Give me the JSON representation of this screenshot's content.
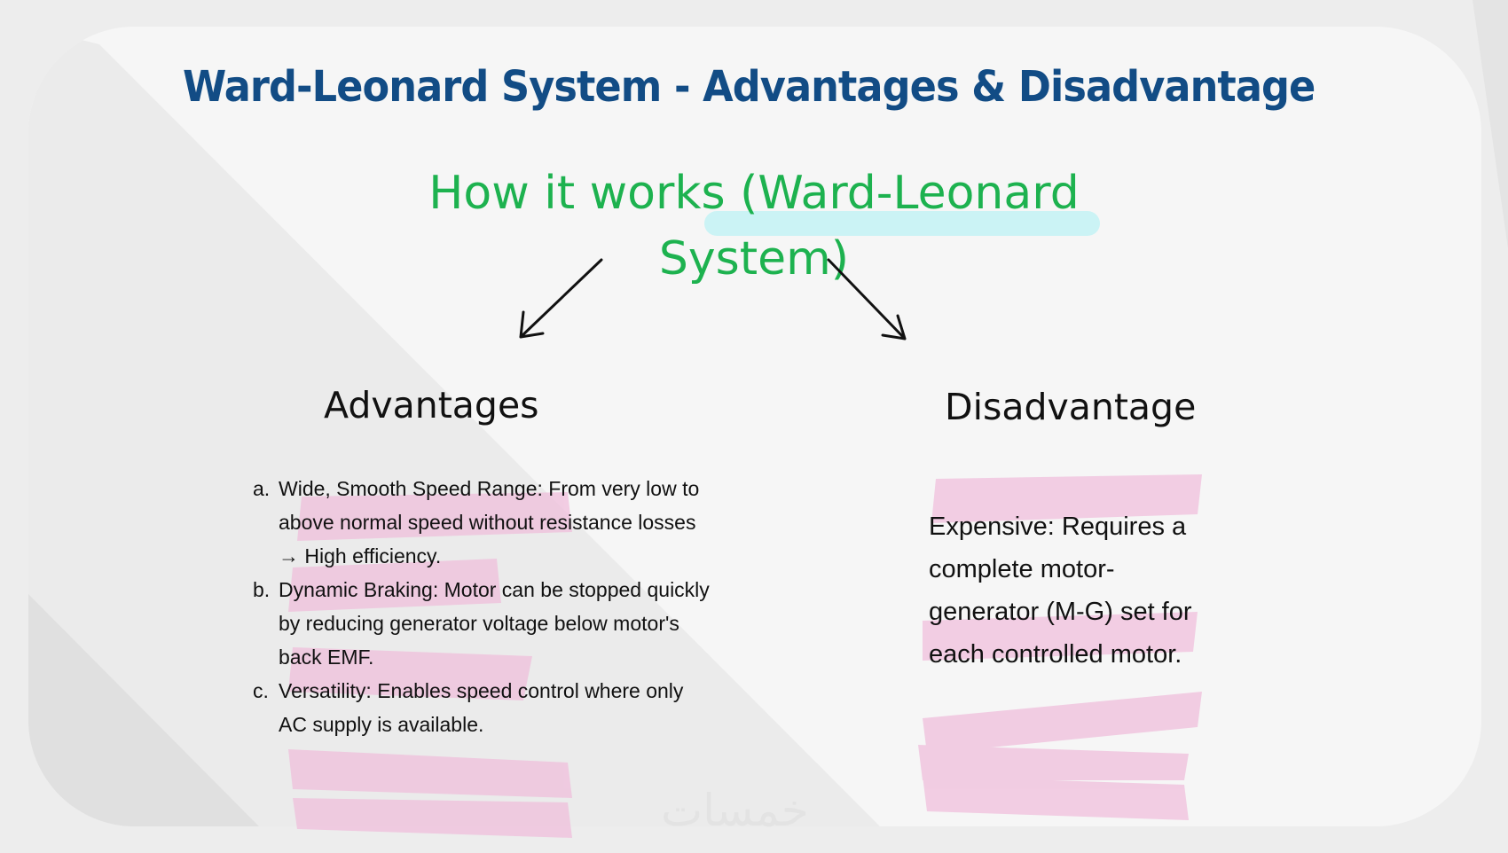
{
  "slide": {
    "title": "Ward-Leonard System - Advantages & Disadvantage",
    "subtitle_line1": "How it works (Ward-Leonard",
    "subtitle_line2": "System)",
    "advantages": {
      "heading": "Advantages",
      "items": [
        {
          "marker": "a.",
          "text": "Wide, Smooth Speed Range: From very low to above normal speed without resistance losses → High efficiency."
        },
        {
          "marker": "b.",
          "text": "Dynamic Braking: Motor can be stopped quickly by reducing generator voltage below motor's back EMF."
        },
        {
          "marker": "c.",
          "text": "Versatility: Enables speed control where only AC supply is available."
        }
      ]
    },
    "disadvantage": {
      "heading": "Disadvantage",
      "text": "Expensive: Requires a complete motor-generator (M-G) set for each controlled motor."
    },
    "watermark": "خمسات"
  },
  "colors": {
    "title": "#124c85",
    "subtitle": "#1db24f",
    "highlight": "#c6f3f5",
    "pink": "#f0bfdc"
  }
}
